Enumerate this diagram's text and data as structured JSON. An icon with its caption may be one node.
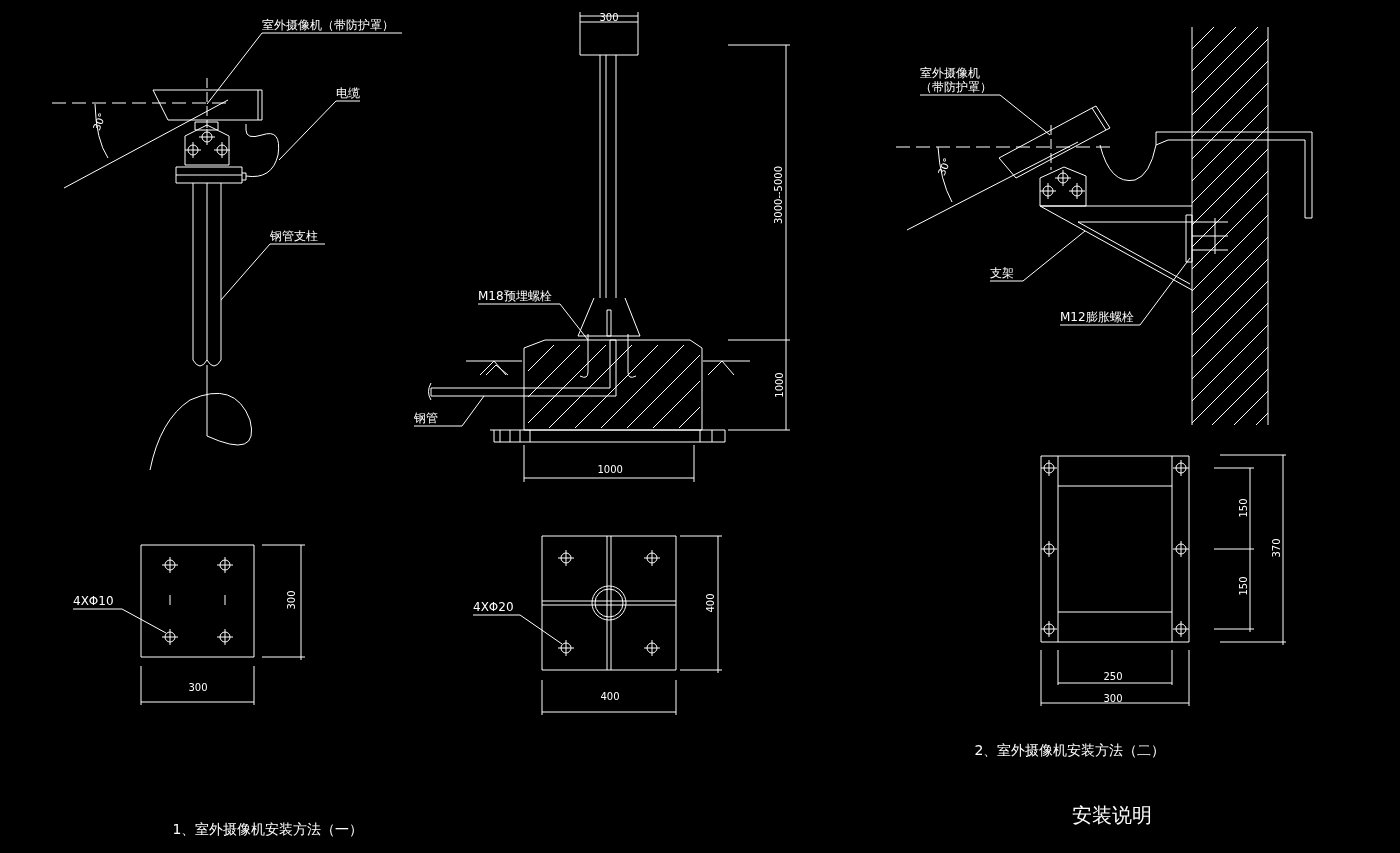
{
  "diagram": {
    "nodes": [
      {
        "text": [
          "室外摄像机（带防护罩）"
        ]
      },
      {
        "text": [
          "电缆"
        ]
      },
      {
        "text": [
          "钢管支柱"
        ]
      },
      {
        "text": [
          "M18预埋螺栓"
        ]
      },
      {
        "text": [
          "钢管"
        ]
      },
      {
        "text": [
          "4XΦ10"
        ]
      },
      {
        "text": [
          "4XΦ20"
        ]
      },
      {
        "text": [
          "室外摄像机（带防护罩）"
        ]
      },
      {
        "text": [
          "支架"
        ]
      },
      {
        "text": [
          "M12膨胀螺栓"
        ]
      },
      {
        "text": [],
        "shape": "picture"
      },
      {
        "text": [],
        "shape": "picture"
      },
      {
        "text": [],
        "shape": "picture"
      },
      {
        "text": [],
        "shape": "picture"
      },
      {
        "text": [],
        "shape": "picture"
      },
      {
        "text": [],
        "shape": "circle"
      },
      {
        "text": [],
        "shape": "circle"
      },
      {
        "text": [],
        "shape": "picture"
      },
      {
        "text": [],
        "shape": "picture"
      },
      {
        "text": [],
        "shape": "picture"
      }
    ],
    "edges": [
      {
        "from": 0,
        "to": 10,
        "arrow": "none"
      },
      {
        "from": 1,
        "to": 11,
        "arrow": "none"
      },
      {
        "from": 2,
        "to": 12,
        "arrow": "none"
      },
      {
        "from": 3,
        "to": 13,
        "arrow": "none"
      },
      {
        "from": 4,
        "to": 14,
        "arrow": "none"
      },
      {
        "from": 5,
        "to": 15,
        "arrow": "none"
      },
      {
        "from": 6,
        "to": 16,
        "arrow": "none"
      },
      {
        "from": 7,
        "to": 17,
        "arrow": "none"
      },
      {
        "from": 8,
        "to": 18,
        "arrow": "none"
      },
      {
        "from": 9,
        "to": 19,
        "arrow": "none"
      }
    ],
    "labels": [
      "30°",
      "300",
      "3000--5000",
      "1000",
      "1000",
      "300",
      "300",
      "400",
      "400",
      "30°",
      "150",
      "150",
      "370",
      "250",
      "300",
      "2、室外摄像机安装方法（二）",
      "1、室外摄像机安装方法（一）",
      "安装说明"
    ]
  }
}
